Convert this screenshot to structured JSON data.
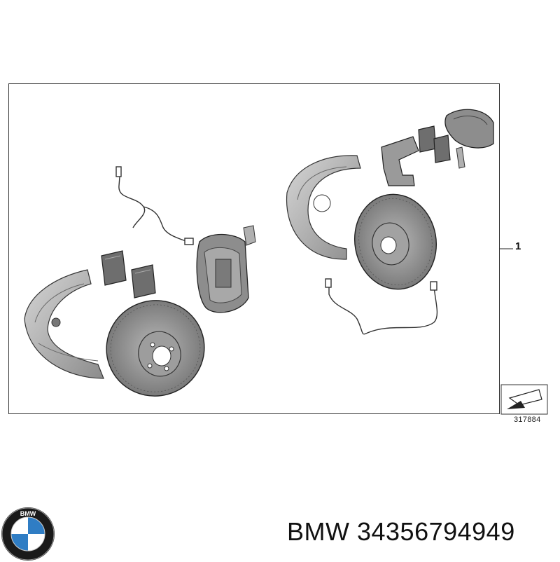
{
  "diagram": {
    "callout_label": "1",
    "reference_number": "317884"
  },
  "logo": {
    "icon": "bmw-roundel-icon",
    "letters": "BMW",
    "colors": {
      "blue": "#2f7dc4",
      "ring": "#1a1a1a",
      "white": "#ffffff"
    }
  },
  "caption": {
    "text": "BMW 34356794949"
  },
  "colors": {
    "part_fill": "#9a9a9a",
    "part_dark": "#5a5a5a",
    "part_light": "#c8c8c8",
    "line": "#333333"
  }
}
